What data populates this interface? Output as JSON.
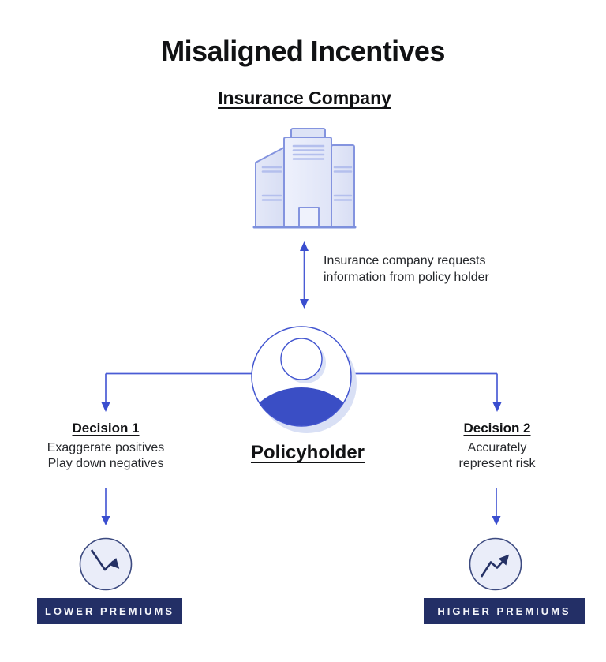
{
  "title": "Misaligned Incentives",
  "insurance_company": {
    "label": "Insurance Company"
  },
  "request_note": {
    "line1": "Insurance company requests",
    "line2": "information from policy holder"
  },
  "policyholder": {
    "label": "Policyholder"
  },
  "decisions": [
    {
      "heading": "Decision 1",
      "line1": "Exaggerate positives",
      "line2": "Play down negatives",
      "outcome": "LOWER PREMIUMS",
      "trend": "down"
    },
    {
      "heading": "Decision 2",
      "line1": "Accurately",
      "line2": "represent risk",
      "outcome": "HIGHER PREMIUMS",
      "trend": "up"
    }
  ],
  "colors": {
    "accent_blue": "#4a5cd5",
    "arrowhead_blue": "#3a4ecf",
    "avatar_body_blue": "#3a4ec5",
    "avatar_shadow": "#d9e0f5",
    "building_stroke": "#8494df",
    "building_fill": "#e9ecfa",
    "window_line": "#b4bfed",
    "trend_circle_fill": "#eaedf9",
    "trend_navy": "#253165",
    "badge_navy": "#232f66",
    "text_dark": "#111214",
    "background": "#ffffff"
  }
}
